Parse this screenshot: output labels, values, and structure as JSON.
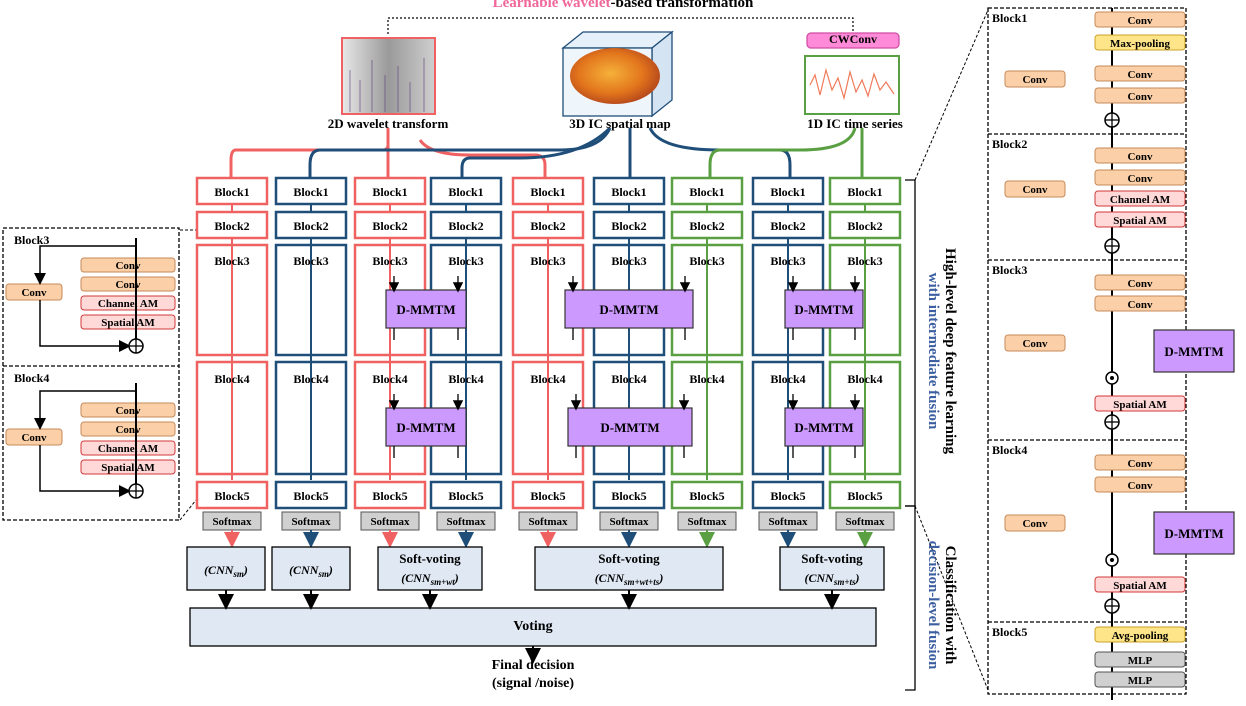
{
  "title": {
    "part1": "Learnable ",
    "part2": "wavelet",
    "part3": "-based transformation"
  },
  "inputs": {
    "wavelet_caption": "2D wavelet transform",
    "spatial_caption": "3D IC spatial map",
    "timeseries_caption": "1D IC time series",
    "cwconv_label": "CWConv"
  },
  "labels": {
    "block1": "Block1",
    "block2": "Block2",
    "block3": "Block3",
    "block4": "Block4",
    "block5": "Block5",
    "softmax": "Softmax",
    "dmmtm": "D-MMTM",
    "conv": "Conv",
    "maxpool": "Max-pooling",
    "avgpool": "Avg-pooling",
    "mlp": "MLP",
    "channel_am": "Channel AM",
    "spatial_am": "Spatial AM",
    "soft_voting": "Soft-voting",
    "voting": "Voting",
    "final_decision": "Final decision",
    "final_sub": "(signal /noise)"
  },
  "decisions": [
    {
      "text": "(CNN",
      "sub": "sm",
      "close": ")"
    },
    {
      "text": "(CNN",
      "sub": "sm",
      "close": ")"
    },
    {
      "text": "(CNN",
      "sub": "sm+wt",
      "close": ")"
    },
    {
      "text": "(CNN",
      "sub": "sm+wt+ts",
      "close": ")"
    },
    {
      "text": "(CNN",
      "sub": "sm+ts",
      "close": ")"
    }
  ],
  "side_labels": {
    "high_level_1": "High-level deep feature learning",
    "high_level_2": "with intermediate fusion",
    "classification_1": "Classification with",
    "classification_2": "decision-level fusion"
  },
  "colors": {
    "red": "#f06262",
    "blue": "#1f4e79",
    "green": "#5aa043",
    "purple": "#cc99ff",
    "orange": "#fbd0a8",
    "pink_box": "#ffd8d8",
    "gray": "#d0d0d0",
    "lightblue": "#dfe8f3",
    "yellow": "#ffe58a"
  }
}
